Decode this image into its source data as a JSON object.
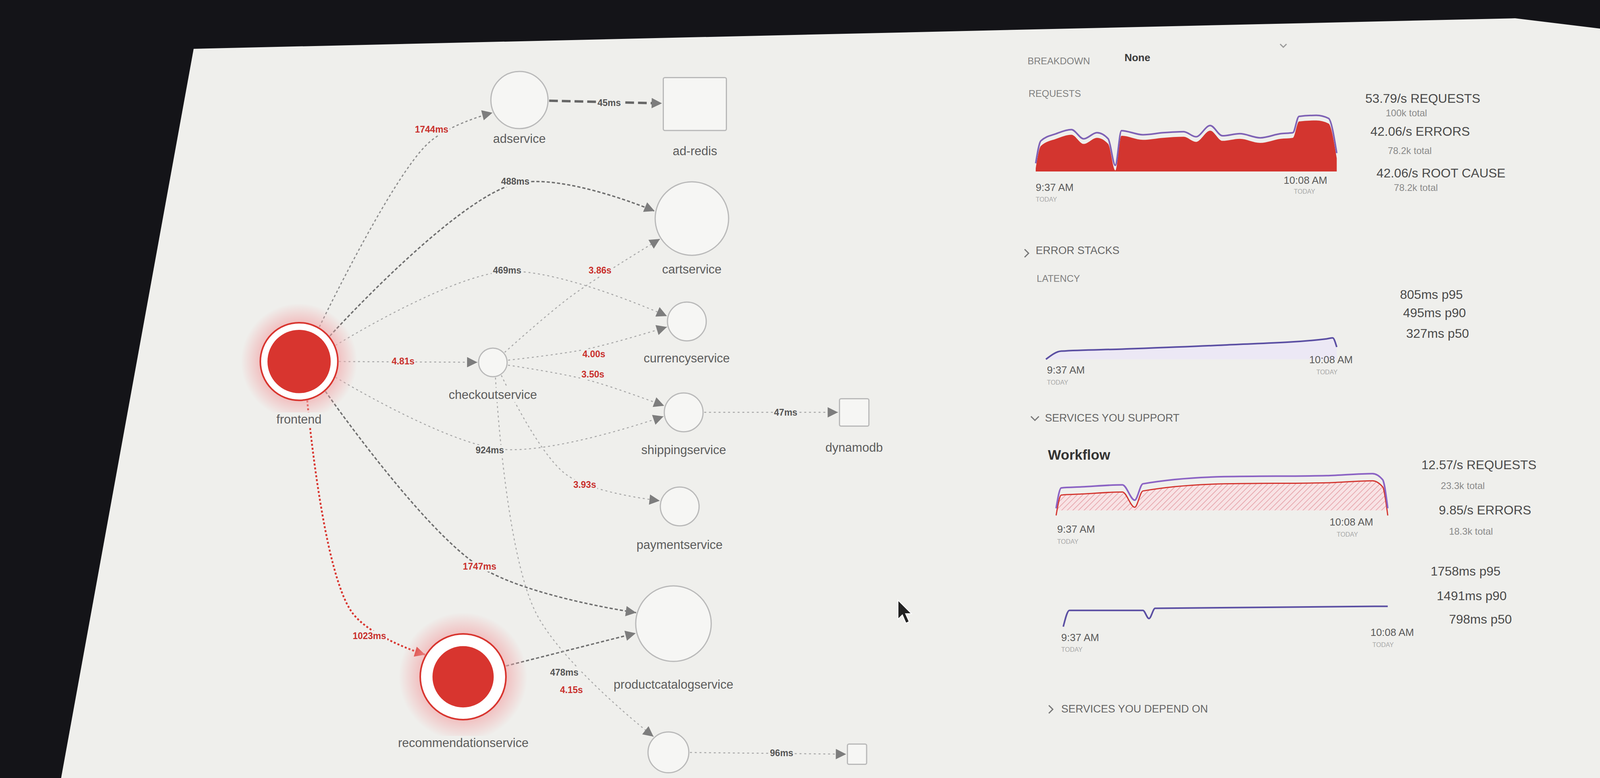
{
  "diagram": {
    "nodes": [
      {
        "text": [
          "frontend"
        ]
      },
      {
        "text": [
          "adservice"
        ]
      },
      {
        "text": [
          "ad-redis"
        ]
      },
      {
        "text": [
          "cartservice"
        ]
      },
      {
        "text": [
          "checkoutservice"
        ]
      },
      {
        "text": [
          "currencyservice"
        ]
      },
      {
        "text": [
          "shippingservice"
        ]
      },
      {
        "text": [
          "dynamodb"
        ]
      },
      {
        "text": [
          "paymentservice"
        ]
      },
      {
        "text": [
          "productcatalogservice"
        ]
      },
      {
        "text": [
          "recommendationservice"
        ]
      },
      {
        "text": []
      },
      {
        "text": []
      }
    ],
    "edges": [
      {
        "from": 0,
        "to": 1,
        "label": "1744ms",
        "arrow": "to"
      },
      {
        "from": 1,
        "to": 2,
        "label": "45ms",
        "arrow": "to"
      },
      {
        "from": 0,
        "to": 3,
        "label": "488ms",
        "arrow": "to"
      },
      {
        "from": 0,
        "to": 5,
        "label": "469ms",
        "arrow": "to"
      },
      {
        "from": 4,
        "to": 3,
        "label": "3.86s",
        "arrow": "to"
      },
      {
        "from": 0,
        "to": 4,
        "label": "4.81s",
        "arrow": "to"
      },
      {
        "from": 4,
        "to": 5,
        "label": "4.00s",
        "arrow": "to"
      },
      {
        "from": 4,
        "to": 6,
        "label": "3.50s",
        "arrow": "to"
      },
      {
        "from": 0,
        "to": 6,
        "label": "924ms",
        "arrow": "to"
      },
      {
        "from": 6,
        "to": 7,
        "label": "47ms",
        "arrow": "to"
      },
      {
        "from": 4,
        "to": 8,
        "label": "3.93s",
        "arrow": "to"
      },
      {
        "from": 0,
        "to": 9,
        "label": "1747ms",
        "arrow": "to"
      },
      {
        "from": 0,
        "to": 10,
        "label": "1023ms",
        "arrow": "to"
      },
      {
        "from": 10,
        "to": 9,
        "label": "478ms",
        "arrow": "to"
      },
      {
        "from": 4,
        "to": 11,
        "label": "4.15s",
        "arrow": "to"
      },
      {
        "from": 11,
        "to": 12,
        "label": "96ms",
        "arrow": "to"
      }
    ],
    "labels": [
      "BREAKDOWN",
      "None",
      "REQUESTS",
      "53.79/s REQUESTS",
      "100k total",
      "42.06/s ERRORS",
      "78.2k total",
      "42.06/s ROOT CAUSE",
      "78.2k total",
      "9:37 AM",
      "TODAY",
      "10:08 AM",
      "TODAY",
      "ERROR STACKS",
      "LATENCY",
      "805ms p95",
      "495ms p90",
      "327ms p50",
      "9:37 AM",
      "TODAY",
      "10:08 AM",
      "TODAY",
      "SERVICES YOU SUPPORT",
      "Workflow",
      "12.57/s REQUESTS",
      "23.3k total",
      "9.85/s ERRORS",
      "18.3k total",
      "9:37 AM",
      "TODAY",
      "10:08 AM",
      "TODAY",
      "1758ms p95",
      "1491ms p90",
      "798ms p50",
      "9:37 AM",
      "TODAY",
      "10:08 AM",
      "TODAY",
      "SERVICES YOU DEPEND ON"
    ]
  }
}
